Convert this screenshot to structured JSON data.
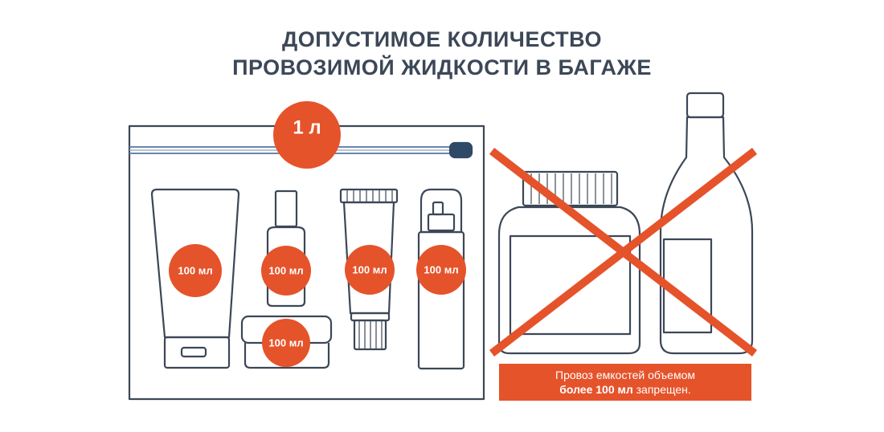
{
  "title": {
    "line1": "ДОПУСТИМОЕ КОЛИЧЕСТВО",
    "line2": "ПРОВОЗИМОЙ ЖИДКОСТИ В БАГАЖЕ"
  },
  "bag": {
    "capacity_label": "1 л"
  },
  "containers": [
    {
      "kind": "tube",
      "label": "100 мл"
    },
    {
      "kind": "dropper-bottle",
      "label": "100 мл"
    },
    {
      "kind": "jar",
      "label": "100 мл"
    },
    {
      "kind": "ointment-tube",
      "label": "100 мл"
    },
    {
      "kind": "spray-bottle",
      "label": "100 мл"
    }
  ],
  "forbidden": {
    "items": [
      "large-jar",
      "bottle"
    ],
    "line1": "Провоз емкостей объемом",
    "line2_bold": "более 100 мл",
    "line2_rest": " запрещен."
  },
  "colors": {
    "accent": "#e5532b",
    "outline": "#3c4757",
    "zip": "#6a86a8"
  }
}
